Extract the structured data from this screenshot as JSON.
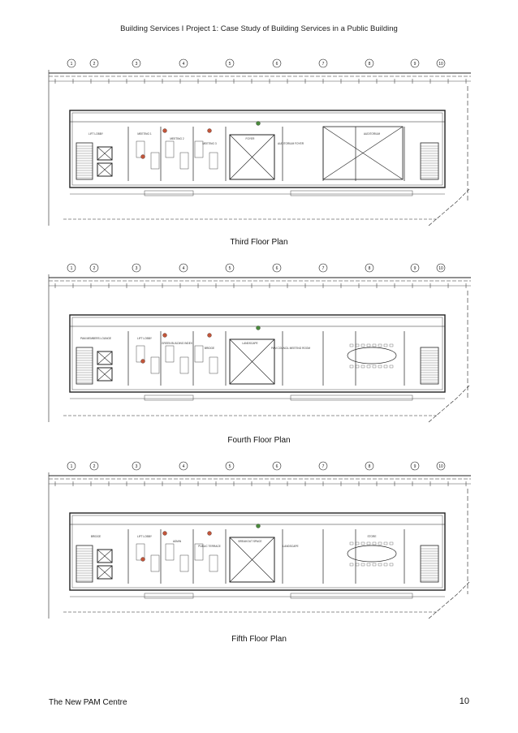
{
  "header": {
    "title": "Building Services I Project 1: Case Study of Building Services in a Public Building"
  },
  "plans": [
    {
      "caption": "Third Floor Plan",
      "grid_labels": [
        "1",
        "2",
        "3",
        "4",
        "5",
        "6",
        "7",
        "8",
        "9",
        "10"
      ],
      "rooms": [
        "MEETING 1",
        "MEETING 2",
        "MEETING 3",
        "LIFT LOBBY",
        "FOYER",
        "AUDITORIUM FOYER",
        "AUDITORIUM"
      ]
    },
    {
      "caption": "Fourth Floor Plan",
      "grid_labels": [
        "1",
        "2",
        "3",
        "4",
        "5",
        "6",
        "7",
        "8",
        "9",
        "10"
      ],
      "rooms": [
        "LIFT LOBBY",
        "GREEN BUILDING INDEX",
        "BRIDGE",
        "PAM MEMBERS LOUNGE",
        "LANDSCAPE",
        "PAM COUNCIL MEETING ROOM"
      ]
    },
    {
      "caption": "Fifth Floor Plan",
      "grid_labels": [
        "1",
        "2",
        "3",
        "4",
        "5",
        "6",
        "7",
        "8",
        "9",
        "10"
      ],
      "rooms": [
        "LIFT LOBBY",
        "ADMIN",
        "PUBLIC TERRACE",
        "BRIDGE",
        "BREAKOUT SPACE",
        "LANDSCAPE",
        "STORE"
      ]
    }
  ],
  "footer": {
    "left": "The New PAM Centre",
    "page": "10"
  }
}
